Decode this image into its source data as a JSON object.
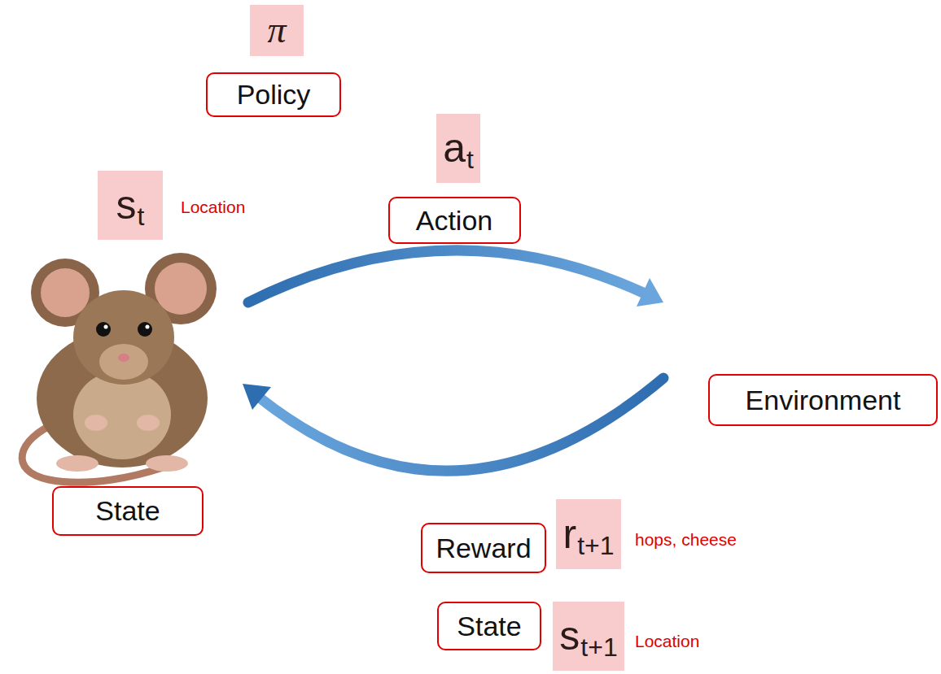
{
  "diagram": {
    "nodes": [
      {
        "text": [
          "π"
        ]
      },
      {
        "text": [
          "Policy"
        ]
      },
      {
        "text": [
          "s",
          "t"
        ]
      },
      {
        "text": [
          "a",
          "t"
        ]
      },
      {
        "text": [
          "Action"
        ]
      },
      {
        "text": [
          "State"
        ]
      },
      {
        "text": [
          "Environment"
        ]
      },
      {
        "text": [
          "Reward"
        ]
      },
      {
        "text": [
          "r",
          "t+1"
        ]
      },
      {
        "text": [
          "State"
        ]
      },
      {
        "text": [
          "s",
          "t+1"
        ]
      }
    ],
    "labels": [
      "Location",
      "hops, cheese",
      "Location"
    ]
  }
}
